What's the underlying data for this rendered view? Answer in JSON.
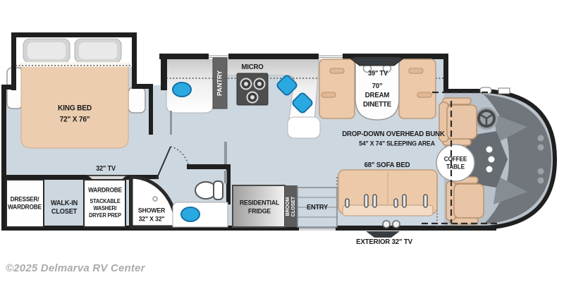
{
  "floorplan": {
    "bedroom": {
      "bed_title": "KING BED",
      "bed_size": "72\" X 76\"",
      "tv_label": "32\" TV",
      "dresser_line1": "DRESSER/",
      "dresser_line2": "WARDROBE",
      "closet_line1": "WALK-IN",
      "closet_line2": "CLOSET",
      "wardrobe_title": "WARDROBE",
      "wardrobe_sub1": "STACKABLE",
      "wardrobe_sub2": "WASHER/",
      "wardrobe_sub3": "DRYER PREP"
    },
    "bathroom": {
      "shower_line1": "SHOWER",
      "shower_line2": "32\" X 32\""
    },
    "kitchen": {
      "pantry_label": "PANTRY",
      "micro_label": "MICRO"
    },
    "dinette": {
      "tv_label": "39\" TV",
      "line1": "70\"",
      "line2": "DREAM",
      "line3": "DINETTE"
    },
    "living": {
      "bunk_line1": "DROP-DOWN OVERHEAD BUNK",
      "bunk_line2": "54\" X 74\" SLEEPING AREA",
      "sofa_label": "68\" SOFA BED",
      "exterior_tv_label": "EXTERIOR 32\" TV",
      "coffee_line1": "COFFEE",
      "coffee_line2": "TABLE"
    },
    "utility": {
      "fridge_line1": "RESIDENTIAL",
      "fridge_line2": "FRIDGE",
      "broom_line1": "BROOM",
      "broom_line2": "CLOSET",
      "entry_label": "ENTRY"
    }
  },
  "watermark": "©2025 Delmarva RV Center",
  "colors": {
    "floor": "#ccd7e0",
    "cab_floor": "#b8c1c9",
    "wall": "#1f1f1f",
    "furniture_tan": "#ecc9a9",
    "sink_blue": "#2aa9e0",
    "dark_cabinet": "#5c5c5c",
    "dash_gray": "#70767c",
    "watermark_gray": "#ababab"
  }
}
